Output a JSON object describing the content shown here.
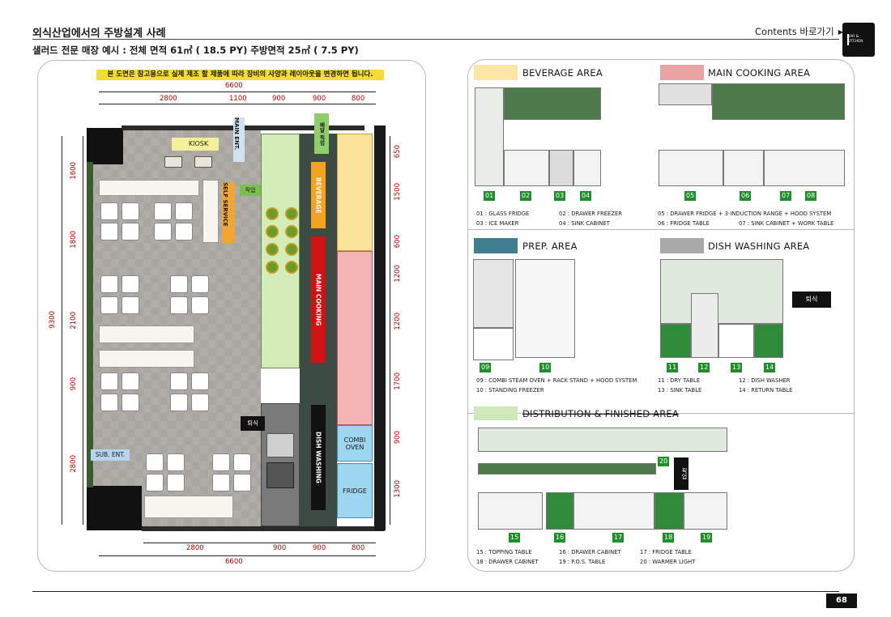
{
  "header": {
    "title": "외식산업에서의 주방설계 사례",
    "subtitle": "샐러드 전문 매장 예시 : 전체 면적 61㎡ ( 18.5 PY)  주방면적 25㎡ ( 7.5 PY)",
    "contents_link": "Contents 바로가기",
    "logo_text": "BAR & KITCHEN"
  },
  "plan": {
    "note": "본 도면은 참고용으로 실제 제조 할 제품에 따라 장비의 사양과 레이아웃을 변경하면 됩니다.",
    "top_total": "6600",
    "top_dims": [
      "2800",
      "1100",
      "900",
      "900",
      "800"
    ],
    "bottom_dims": [
      "2800",
      "900",
      "900",
      "800"
    ],
    "bottom_total": "6600",
    "left_total": "9300",
    "left_dims": [
      "1600",
      "1800",
      "2100",
      "900",
      "2800"
    ],
    "right_dims": [
      "650",
      "1500",
      "600",
      "1200",
      "1200",
      "1700",
      "900",
      "1300"
    ],
    "labels": {
      "kiosk": "KIOSK",
      "main_ent": "MAIN ENT.",
      "self_service": "SELF SERVICE",
      "pickup": "픽업",
      "sub_ent": "SUB. ENT.",
      "return": "퇴식",
      "beverage": "BEVERAGE",
      "main_cooking": "MAIN COOKING",
      "dish_washing": "DISH WASHING",
      "combi_oven": "COMBI OVEN",
      "fridge": "FRIDGE",
      "delivery": "배달 픽업"
    }
  },
  "sections": {
    "beverage": {
      "title": "BEVERAGE AREA",
      "color": "#fbe6a6",
      "badges": [
        "01",
        "02",
        "03",
        "04"
      ],
      "captions": [
        "01 : GLASS FRIDGE",
        "02 : DRAWER FREEZER",
        "03 : ICE MAKER",
        "04 : SINK CABINET"
      ]
    },
    "main_cooking": {
      "title": "MAIN COOKING AREA",
      "color": "#eaa3a3",
      "badges": [
        "05",
        "06",
        "07",
        "08"
      ],
      "captions": [
        "05 : DRAWER FRIDGE + 3-INDUCTION RANGE + HOOD SYSTEM",
        "06 : FRIDGE TABLE",
        "07 : SINK CABINET + WORK TABLE"
      ]
    },
    "prep": {
      "title": "PREP. AREA",
      "color": "#3f7f8f",
      "badges": [
        "09",
        "10"
      ],
      "captions": [
        "09 : COMBI STEAM OVEN + RACK STAND + HOOD SYSTEM",
        "10 : STANDING FREEZER"
      ]
    },
    "dish_washing": {
      "title": "DISH WASHING AREA",
      "color": "#a8a8a8",
      "return_label": "퇴식",
      "badges": [
        "11",
        "12",
        "13",
        "14"
      ],
      "captions": [
        "11 : DRY TABLE",
        "12 : DISH WASHER",
        "13 : SINK TABLE",
        "14 : RETURN TABLE"
      ]
    },
    "distribution": {
      "title": "DISTRIBUTION & FINISHED AREA",
      "color": "#cfe8b8",
      "pickup_label": "픽업",
      "badges": [
        "15",
        "16",
        "17",
        "18",
        "19",
        "20"
      ],
      "captions": [
        "15 : TOPPING TABLE",
        "16 : DRAWER CABINET",
        "17 : FRIDGE TABLE",
        "18 : DRAWER CABINET",
        "19 : P.O.S. TABLE",
        "20 : WARMER LIGHT"
      ]
    }
  },
  "footer": {
    "page": "68"
  }
}
